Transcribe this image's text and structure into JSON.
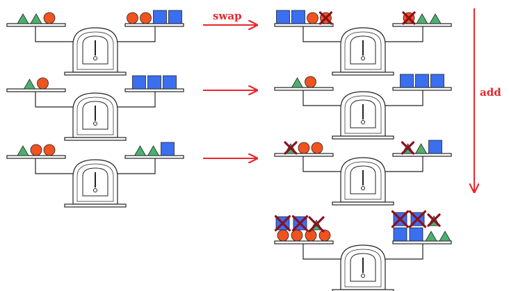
{
  "labels": {
    "swap": "swap",
    "add": "add"
  },
  "colors": {
    "triangle": "#4caf6e",
    "circle": "#f0531f",
    "square": "#3a6ff0",
    "arrow": "#e8262b",
    "cross": "#8b1020",
    "outline": "#222222"
  },
  "scales": [
    {
      "id": "r1-left",
      "left": [
        "triangle",
        "triangle",
        "circle"
      ],
      "right": [
        "circle",
        "circle",
        "square",
        "square"
      ]
    },
    {
      "id": "r1-right",
      "left": [
        "square",
        "square",
        "circle",
        "circle"
      ],
      "right": [
        "circle",
        "triangle",
        "triangle"
      ],
      "crossed_left": [
        3
      ],
      "crossed_right": [
        0
      ]
    },
    {
      "id": "r2-left",
      "left": [
        "triangle",
        "circle"
      ],
      "right": [
        "square",
        "square",
        "square"
      ]
    },
    {
      "id": "r2-right",
      "left": [
        "triangle",
        "circle"
      ],
      "right": [
        "square",
        "square",
        "square"
      ]
    },
    {
      "id": "r3-left",
      "left": [
        "triangle",
        "circle",
        "circle"
      ],
      "right": [
        "triangle",
        "triangle",
        "square"
      ]
    },
    {
      "id": "r3-right",
      "left": [
        "triangle",
        "circle",
        "circle"
      ],
      "right": [
        "triangle",
        "triangle",
        "square"
      ],
      "crossed_left": [
        0
      ],
      "crossed_right": [
        0
      ]
    },
    {
      "id": "r4-right",
      "left_top": [
        "square",
        "square",
        "triangle"
      ],
      "left_bottom": [
        "circle",
        "circle",
        "circle",
        "circle"
      ],
      "right_top": [
        "square",
        "square",
        "triangle"
      ],
      "right_bottom": [
        "square",
        "square",
        "triangle",
        "triangle"
      ]
    }
  ]
}
